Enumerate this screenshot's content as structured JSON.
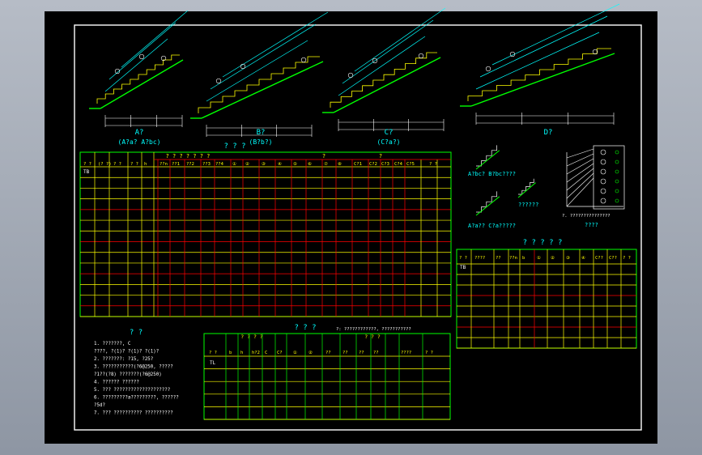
{
  "section_views": [
    {
      "title": "A?",
      "subtitle": "(A?a? A?bc)"
    },
    {
      "title": "B?",
      "subtitle": "(B?b?)"
    },
    {
      "title": "C?",
      "subtitle": "(C?a?)"
    },
    {
      "title": "D?",
      "subtitle": ""
    }
  ],
  "main_table": {
    "title": "? ? ?",
    "group_left": "? ? ? ? ? ? ?",
    "group_mid": "?",
    "group_right": "?",
    "headers": [
      "? ?",
      "(? ?)",
      "? ?",
      "? ?",
      "h",
      "??n",
      "??1",
      "??2",
      "??3",
      "??4",
      "①",
      "②",
      "③",
      "④",
      "⑤",
      "⑥",
      "⑦",
      "⑧",
      "C?1",
      "C?2",
      "C?3",
      "C?4",
      "C?5",
      "? ?"
    ],
    "first_row": "TB"
  },
  "details": {
    "label1": "A?bc? B?bc????",
    "label2": "??????",
    "label3": "A?a?? C?a?????",
    "label4": "????",
    "note": "?. ???????????????"
  },
  "right_table": {
    "title": "? ? ? ? ?",
    "headers": [
      "? ?",
      "????",
      "??",
      "??n",
      "b",
      "①",
      "②",
      "③",
      "④",
      "C??",
      "C??",
      "? ?"
    ],
    "first_row": "TB"
  },
  "notes": {
    "title": "? ?",
    "lines": [
      "1. ???????, C",
      "    ????,  ?(1)? ?(1)? ?(1)?",
      "2. ???????: ?15, ?25?",
      "3. ???????????(?6@250, ?????",
      "   ?1??(?8) ???????(?6@250)",
      "4. ?????? ??????",
      "5. ??? ????????????????????",
      "6. ?????????a?????????, ??????",
      "   ?5d?",
      "7. ??? ?????????? ??????????"
    ]
  },
  "bottom_table": {
    "title": "? ? ?",
    "aside": "?: ????????????, ???????????",
    "group1": "? ? ? ?",
    "group2": "? ? ?",
    "headers": [
      "? ?",
      "b",
      "h",
      "h?2",
      "C",
      "C?",
      "①",
      "②",
      "??",
      "??",
      "??",
      "??",
      "????",
      "? ?"
    ],
    "first_row": "TL"
  }
}
